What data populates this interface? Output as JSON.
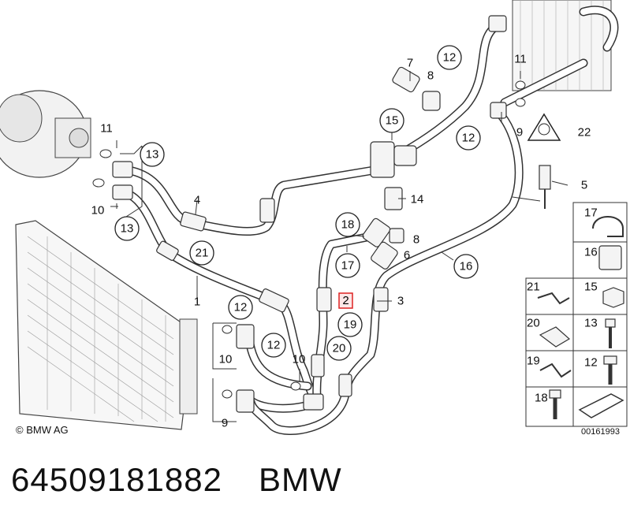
{
  "diagram": {
    "copyright": "© BMW AG",
    "document_number": "00161993",
    "highlighted_label": "2",
    "labels": {
      "n1": "1",
      "n2": "2",
      "n3": "3",
      "n4": "4",
      "n5": "5",
      "n6": "6",
      "n7": "7",
      "n8a": "8",
      "n8b": "8",
      "n9a": "9",
      "n9b": "9",
      "n10a": "10",
      "n10b": "10",
      "n10c": "10",
      "n11a": "11",
      "n11b": "11",
      "n12a": "12",
      "n12b": "12",
      "n12c": "12",
      "n12d": "12",
      "n13a": "13",
      "n13b": "13",
      "n14": "14",
      "n15": "15",
      "n16": "16",
      "n17": "17",
      "n18": "18",
      "n19": "19",
      "n20": "20",
      "n21": "21",
      "n22": "22"
    },
    "legend": [
      "17",
      "16",
      "21",
      "15",
      "20",
      "13",
      "19",
      "12",
      "18"
    ]
  },
  "footer": {
    "part_number": "64509181882",
    "brand": "BMW"
  }
}
